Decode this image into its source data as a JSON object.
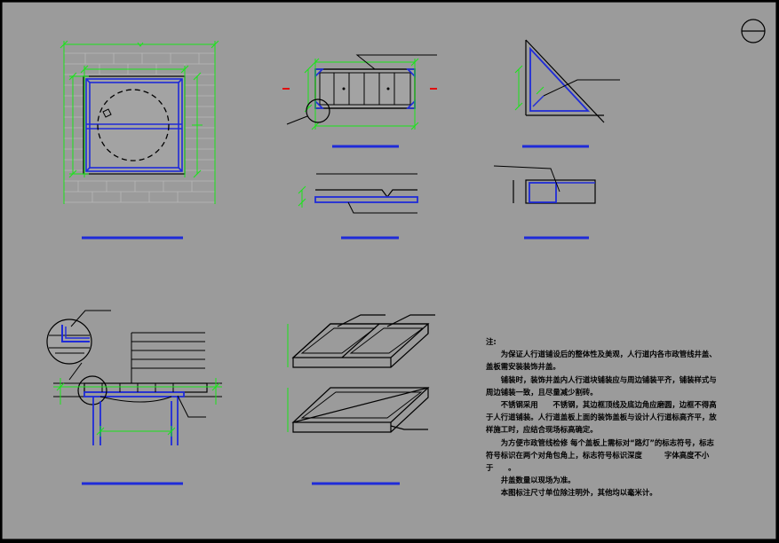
{
  "sheet": {
    "background": "#9b9b9b",
    "line_colors": {
      "outline": "#000000",
      "steel": "#1f2bd8",
      "dimension": "#19e619",
      "marker": "#e01010"
    }
  },
  "notes": {
    "heading": "注:",
    "paragraphs": [
      "为保证人行道铺设后的整体性及美观，人行道内各市政管线井盖、盖板需安装装饰井盖。",
      "铺装时，装饰井盖内人行道块铺装应与周边铺装平齐，铺装样式与周边铺装一致，且尽量减少割砖。",
      "不锈钢采用　　不锈钢，其边框顶线及底边角应磨圆，边框不得高于人行道铺装。人行道盖板上面的装饰盖板与设计人行道标高齐平，放样施工时，应结合现场标高确定。",
      "为方便市政管线检修 每个盖板上需标对“路灯”的标志符号，标志符号标识在两个对角包角上，标志符号标识深度　　　字体高度不小于　　。",
      "井盖数量以现场为准。",
      "本图标注尺寸单位除注明外，其他均以毫米计。"
    ]
  }
}
